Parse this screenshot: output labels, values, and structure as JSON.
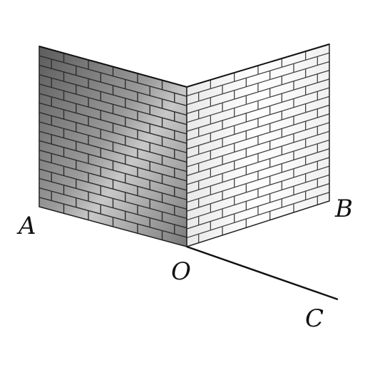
{
  "figure": {
    "description_colors": {
      "left_wall_dark": "#6e6e6e",
      "left_wall_light": "#bdbdbd",
      "right_wall": "#f7f7f7",
      "mortar_left": "#3a3a3a",
      "mortar_right": "#555555",
      "line": "#111111"
    },
    "points": {
      "A": "A",
      "B": "B",
      "O": "O",
      "C": "C"
    }
  }
}
